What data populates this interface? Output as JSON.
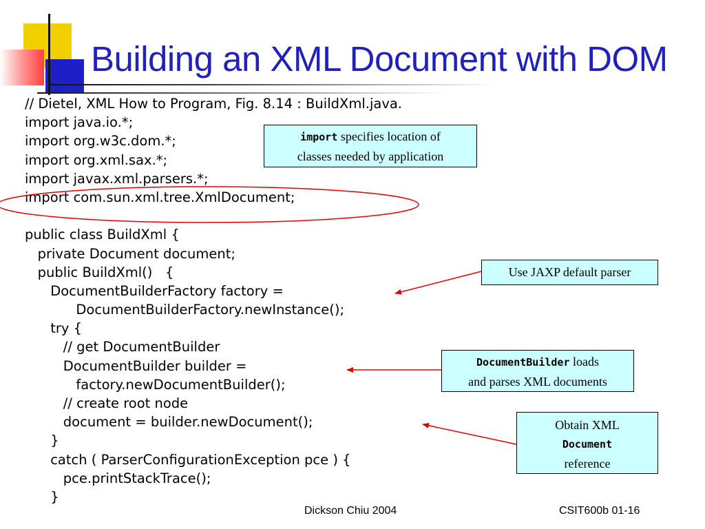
{
  "title": "Building an XML Document with DOM",
  "code_lines": [
    "// Dietel, XML How to Program, Fig. 8.14 : BuildXml.java.",
    "import java.io.*;",
    "import org.w3c.dom.*;",
    "import org.xml.sax.*;",
    "import javax.xml.parsers.*;",
    "import com.sun.xml.tree.XmlDocument;",
    "",
    "public class BuildXml {",
    "   private Document document;",
    "   public BuildXml()   {",
    "      DocumentBuilderFactory factory =",
    "            DocumentBuilderFactory.newInstance();",
    "      try {",
    "         // get DocumentBuilder",
    "         DocumentBuilder builder =",
    "            factory.newDocumentBuilder();",
    "         // create root node",
    "         document = builder.newDocument();",
    "      }",
    "      catch ( ParserConfigurationException pce ) {",
    "         pce.printStackTrace();",
    "      }"
  ],
  "callouts": {
    "import": {
      "code": "import",
      "text": " specifies location of",
      "text2": "classes needed by application"
    },
    "jaxp": {
      "text": "Use JAXP default parser"
    },
    "builder": {
      "code": "DocumentBuilder",
      "text": " loads",
      "text2": "and parses XML documents"
    },
    "document": {
      "text": "Obtain XML",
      "code": "Document",
      "text2": "reference"
    }
  },
  "footer": {
    "author": "Dickson Chiu 2004",
    "slide": "CSIT600b 01-16"
  },
  "colors": {
    "title": "#2222bb",
    "callout_bg": "#ccffff",
    "arrow": "#e00000",
    "accent_yellow": "#f2d000",
    "accent_blue": "#1f1fc8",
    "accent_red": "#ff4040"
  }
}
